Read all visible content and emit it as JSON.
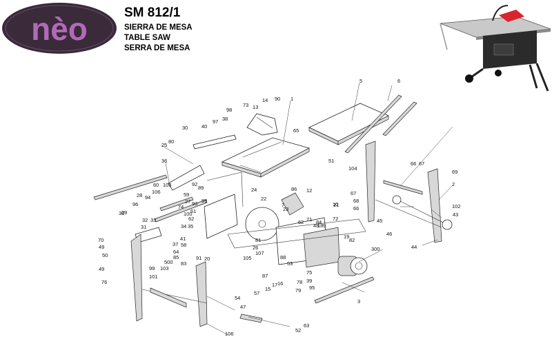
{
  "header": {
    "brand": "nèo",
    "model": "SM 812/1",
    "titles": [
      "SIERRA DE MESA",
      "TABLE SAW",
      "SERRA DE MESA"
    ]
  },
  "colors": {
    "logo_bg": "#3a2a3a",
    "logo_text": "#b06ab8",
    "saw_accent": "#d8262c"
  },
  "labels": [
    "1",
    "2",
    "3",
    "5",
    "6",
    "7",
    "9",
    "10",
    "12",
    "13",
    "14",
    "15",
    "16",
    "17",
    "18",
    "19",
    "20",
    "21",
    "22",
    "23",
    "24",
    "25",
    "26",
    "27",
    "28",
    "29",
    "30",
    "30",
    "31",
    "32",
    "33",
    "34",
    "35",
    "36",
    "37",
    "38",
    "39",
    "40",
    "41",
    "43",
    "44",
    "45",
    "46",
    "47",
    "48",
    "49",
    "49",
    "50",
    "51",
    "52",
    "53",
    "54",
    "57",
    "58",
    "59",
    "60",
    "61",
    "62",
    "62",
    "63",
    "64",
    "65",
    "66",
    "66",
    "67",
    "67",
    "68",
    "69",
    "70",
    "71",
    "72",
    "73",
    "74",
    "75",
    "76",
    "78",
    "79",
    "80",
    "81",
    "82",
    "83",
    "84",
    "85",
    "86",
    "87",
    "88",
    "89",
    "90",
    "91",
    "92",
    "93",
    "94",
    "95",
    "96",
    "97",
    "98",
    "99",
    "99",
    "100",
    "101",
    "102",
    "103",
    "103",
    "104",
    "105",
    "106",
    "106",
    "107",
    "300",
    "500"
  ]
}
